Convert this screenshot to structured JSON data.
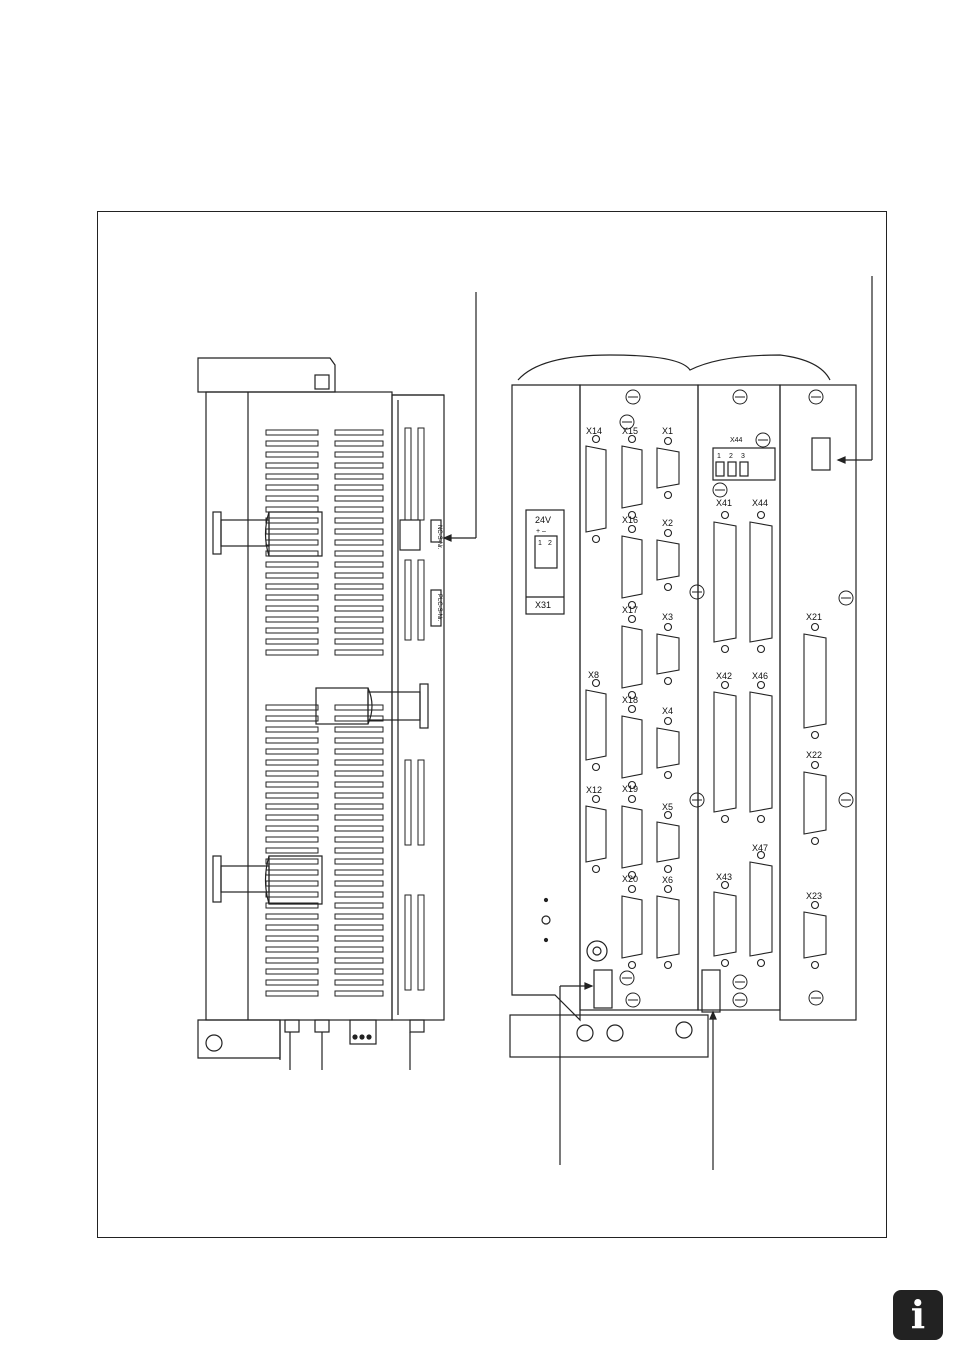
{
  "figure": {
    "connectors_board1": [
      "X14",
      "X8",
      "X12"
    ],
    "connectors_board2": [
      "X15",
      "X16",
      "X17",
      "X18",
      "X19",
      "X20"
    ],
    "connectors_board3": [
      "X1",
      "X2",
      "X3",
      "X4",
      "X5",
      "X6"
    ],
    "connectors_board4": [
      "X41",
      "X42",
      "X43",
      "X44",
      "X46",
      "X47"
    ],
    "connectors_board5": [
      "X21",
      "X22",
      "X23"
    ],
    "x44_terminal": {
      "label": "X44",
      "pins": [
        "1",
        "2",
        "3"
      ]
    },
    "power_terminal": {
      "voltage": "24V",
      "polarity": "+  –",
      "pins": [
        "1",
        "2"
      ],
      "label": "X31"
    },
    "side_labels": [
      "NC-S-Nr.",
      "PLC-S-Nr."
    ]
  },
  "icons": {
    "info": "i"
  }
}
